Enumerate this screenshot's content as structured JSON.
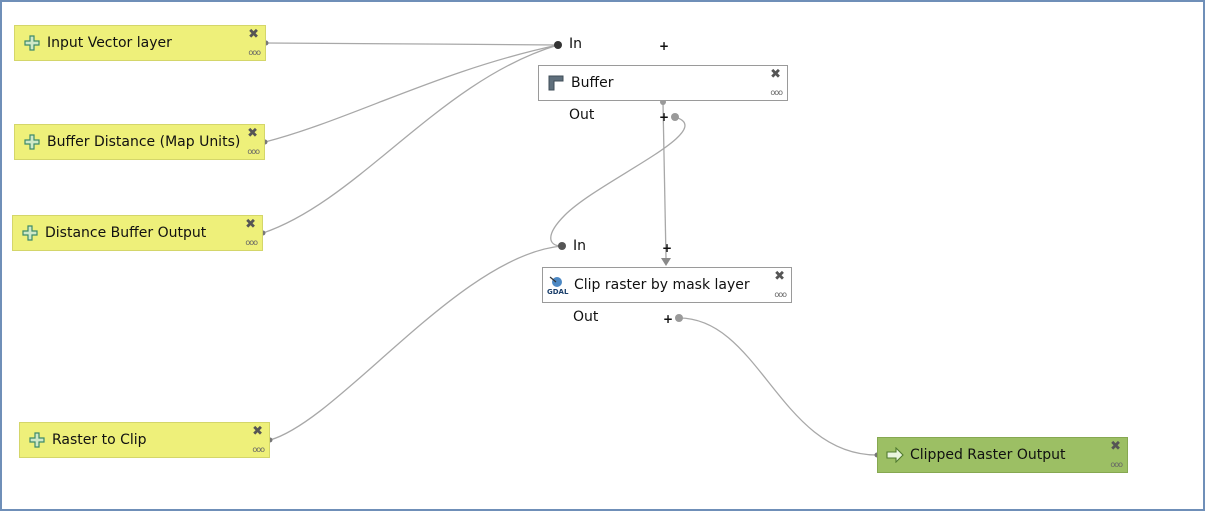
{
  "inputs": {
    "input_vector": "Input Vector layer",
    "buffer_distance": "Buffer Distance (Map Units)",
    "distance_buffer_output": "Distance Buffer Output",
    "raster_to_clip": "Raster to Clip"
  },
  "algorithms": {
    "buffer": {
      "label": "Buffer",
      "in": "In",
      "out": "Out",
      "icon": "buffer-icon"
    },
    "clip": {
      "label": "Clip raster by mask layer",
      "in": "In",
      "out": "Out",
      "icon": "gdal-icon",
      "icon_text": "GDAL"
    }
  },
  "outputs": {
    "clipped_raster": "Clipped Raster Output"
  },
  "node_controls": {
    "delete_glyph": "✖",
    "more_glyph": "ooo",
    "expand_glyph": "+"
  },
  "colors": {
    "input_fill": "#eef07a",
    "output_fill": "#9cbf64",
    "frame": "#6f8fb8",
    "wire": "#a8a8a8"
  }
}
